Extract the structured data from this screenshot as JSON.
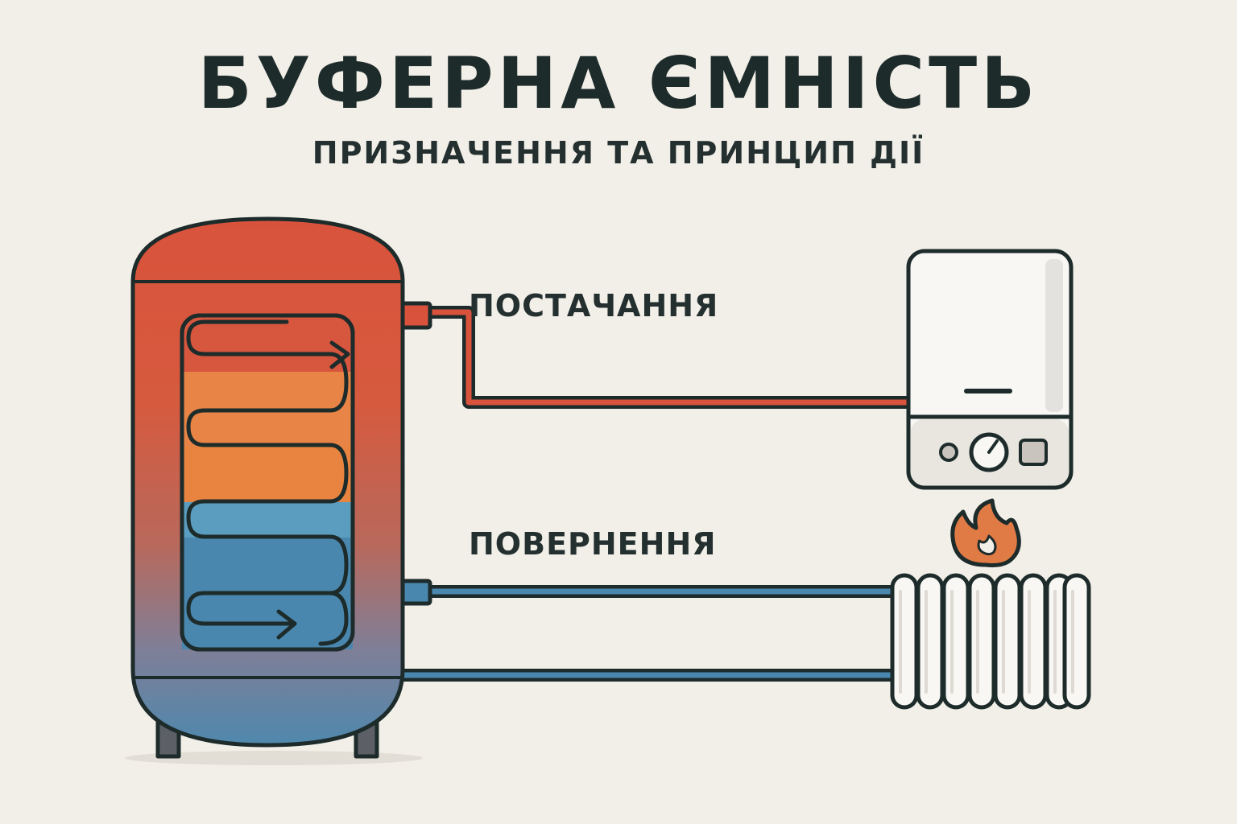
{
  "title": "БУФЕРНА ЄМНІСТЬ",
  "subtitle": "ПРИЗНАЧЕННЯ ТА ПРИНЦИП ДІЇ",
  "labels": {
    "supply": "ПОСТАЧАННЯ",
    "return": "ПОВЕРНЕННЯ"
  },
  "colors": {
    "background": "#f2efe8",
    "outline": "#1d2b2b",
    "hot": "#d9533c",
    "warm": "#e98443",
    "cool": "#4a87ae",
    "flame": "#e07b45"
  },
  "icons": [
    "buffer-tank",
    "boiler",
    "flame-icon",
    "radiator",
    "flow-arrow-icon"
  ]
}
